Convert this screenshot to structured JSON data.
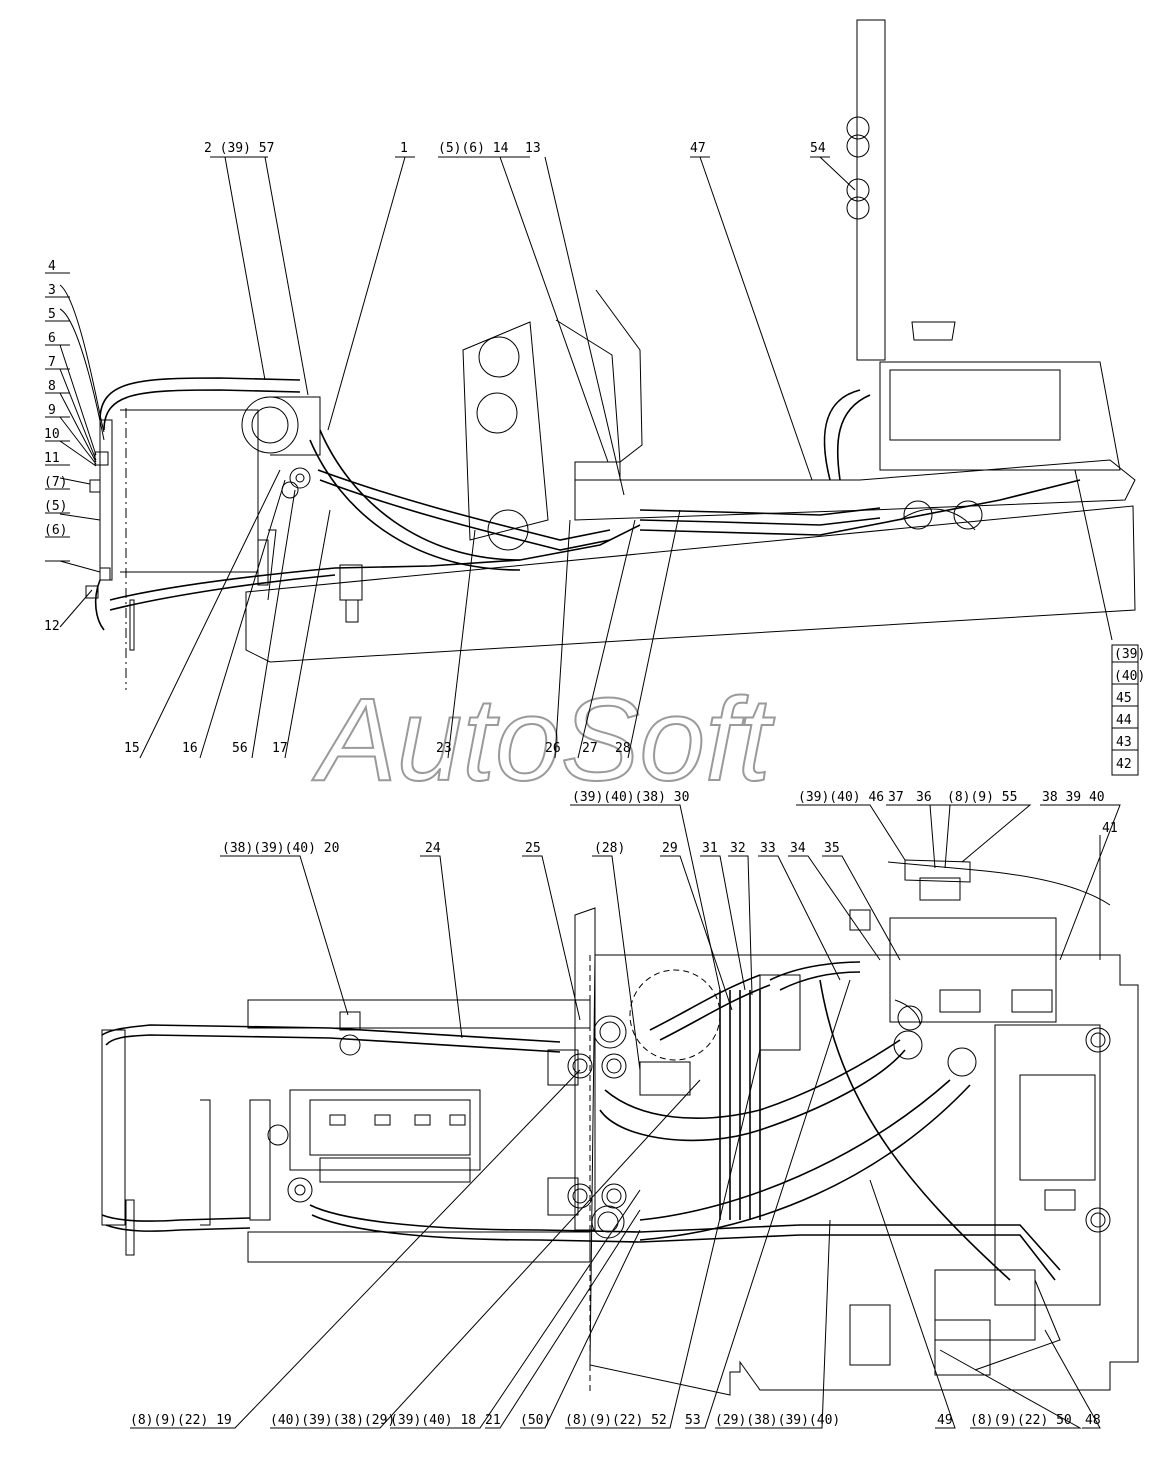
{
  "watermark": "AutoSoft",
  "top_view": {
    "callouts_top": [
      "2 (39) 57",
      "1",
      "(5)(6) 14",
      "13",
      "47",
      "54"
    ],
    "callouts_left": [
      "4",
      "3",
      "5",
      "6",
      "7",
      "8",
      "9",
      "10",
      "11",
      "(7)",
      "(5)",
      "(6)",
      "12"
    ],
    "callouts_bottom": [
      "15",
      "16",
      "56",
      "17",
      "23",
      "26",
      "27",
      "28"
    ],
    "callouts_right_stack": [
      "(39)",
      "(40)",
      "45",
      "44",
      "43",
      "42"
    ]
  },
  "bottom_view": {
    "callouts_top": [
      "(38)(39)(40) 20",
      "24",
      "25",
      "(28)",
      "(39)(40)(38) 30",
      "29",
      "31",
      "32",
      "33",
      "34",
      "35",
      "(39)(40) 46",
      "37",
      "36",
      "(8)(9) 55",
      "38 39 40",
      "41"
    ],
    "callouts_bottom": [
      "(8)(9)(22) 19",
      "(40)(39)(38)(29)",
      "(39)(40) 18",
      "21",
      "(50)",
      "(8)(9)(22) 52",
      "53",
      "(29)(38)(39)(40)",
      "49",
      "(8)(9)(22) 50",
      "48"
    ]
  }
}
